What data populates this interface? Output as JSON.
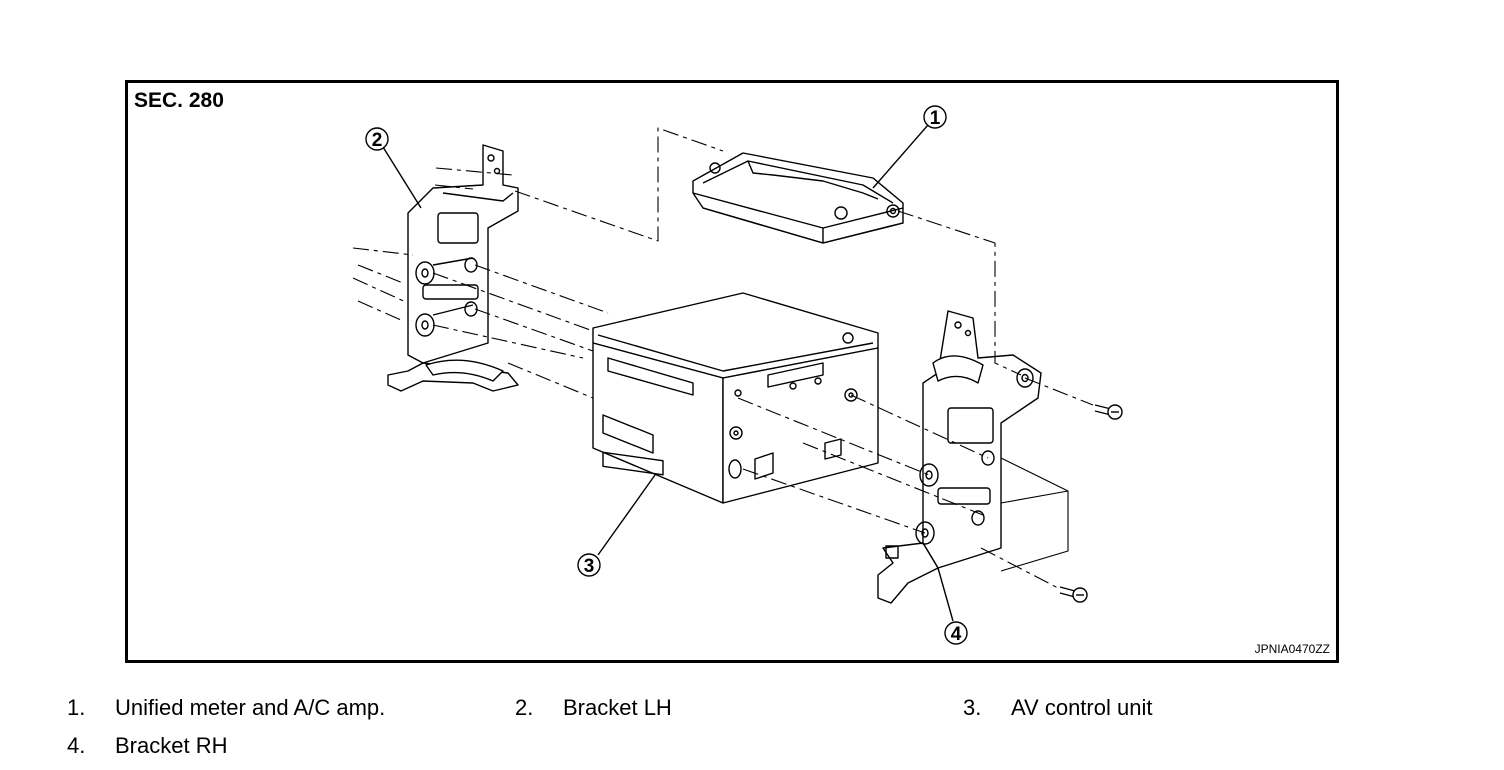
{
  "figure": {
    "section_label": "SEC. 280",
    "figure_code": "JPNIA0470ZZ",
    "callouts": [
      "1",
      "2",
      "3",
      "4"
    ]
  },
  "legend": [
    {
      "num": "1.",
      "text": "Unified meter and A/C amp."
    },
    {
      "num": "2.",
      "text": "Bracket LH"
    },
    {
      "num": "3.",
      "text": "AV control unit"
    },
    {
      "num": "4.",
      "text": "Bracket RH"
    }
  ],
  "colors": {
    "line": "#000000",
    "background": "#ffffff"
  }
}
